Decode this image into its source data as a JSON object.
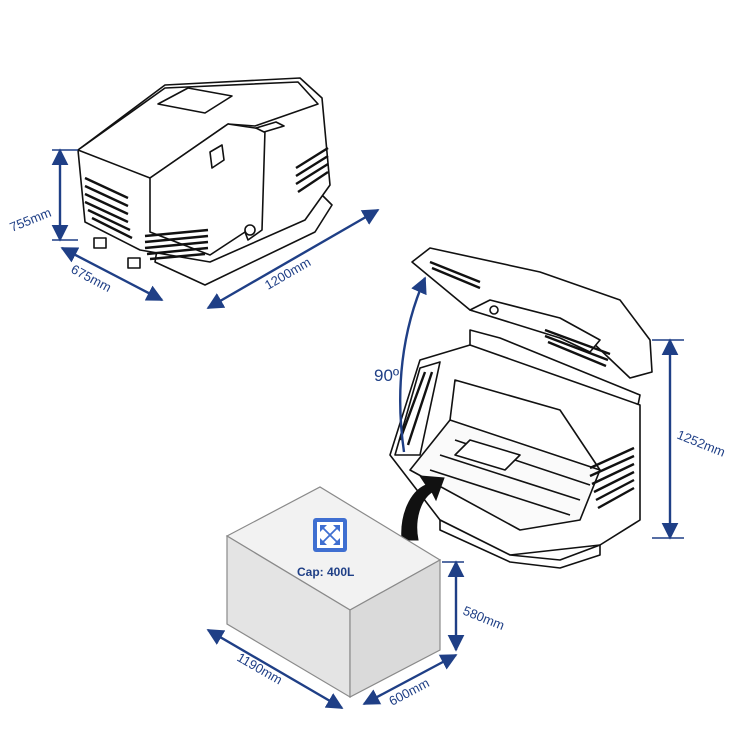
{
  "closed_box": {
    "height_label": "755mm",
    "depth_label": "675mm",
    "length_label": "1200mm"
  },
  "open_box": {
    "opening_angle_label": "90º",
    "height_open_label": "1252mm"
  },
  "cargo_volume": {
    "capacity_label": "Cap: 400L",
    "length_label": "1190mm",
    "width_label": "600mm",
    "height_label": "580mm",
    "icon": "expand-arrows-icon"
  },
  "colors": {
    "dimension": "#1f3f86",
    "cargo_fill": "#e4e4e4",
    "outline": "#111111"
  }
}
